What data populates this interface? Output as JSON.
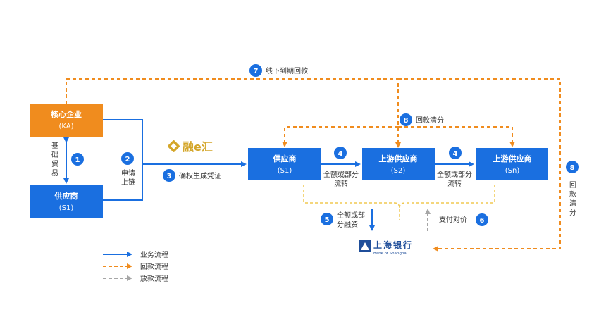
{
  "nodes": {
    "core": {
      "title": "核心企业",
      "sub": "(KA)"
    },
    "supplier_left": {
      "title": "供应商",
      "sub": "(S1)"
    },
    "s1": {
      "title": "供应商",
      "sub": "(S1)"
    },
    "s2": {
      "title": "上游供应商",
      "sub": "(S2)"
    },
    "sn": {
      "title": "上游供应商",
      "sub": "(Sn)"
    }
  },
  "steps": {
    "s1": {
      "num": "1",
      "label": [
        "基",
        "础",
        "贸",
        "易"
      ]
    },
    "s2": {
      "num": "2",
      "label": [
        "申请",
        "上链"
      ]
    },
    "s3": {
      "num": "3",
      "label": "确权生成凭证"
    },
    "s4a": {
      "num": "4",
      "label": [
        "全额或部分",
        "流转"
      ]
    },
    "s4b": {
      "num": "4",
      "label": [
        "全额或部分",
        "流转"
      ]
    },
    "s5": {
      "num": "5",
      "label": [
        "全额或部",
        "分融资"
      ]
    },
    "s6": {
      "num": "6",
      "label": "支付对价"
    },
    "s7": {
      "num": "7",
      "label": "线下到期回款"
    },
    "s8a": {
      "num": "8",
      "label": "回款清分"
    },
    "s8b": {
      "num": "8",
      "label": [
        "回",
        "款",
        "清",
        "分"
      ]
    }
  },
  "platform": {
    "name": "融e汇"
  },
  "bank": {
    "name": "上海银行",
    "english": "Bank of Shanghai"
  },
  "legend": [
    {
      "label": "业务流程",
      "color": "#1a6fe0",
      "style": "solid"
    },
    {
      "label": "回款流程",
      "color": "#f08c1e",
      "style": "dashed"
    },
    {
      "label": "放款流程",
      "color": "#a6a6a6",
      "style": "dashed"
    }
  ],
  "colors": {
    "blue": "#1a6fe0",
    "orange": "#f08c1e",
    "gray": "#a6a6a6",
    "yellow": "#f0c850",
    "gold": "#d4a62a"
  }
}
